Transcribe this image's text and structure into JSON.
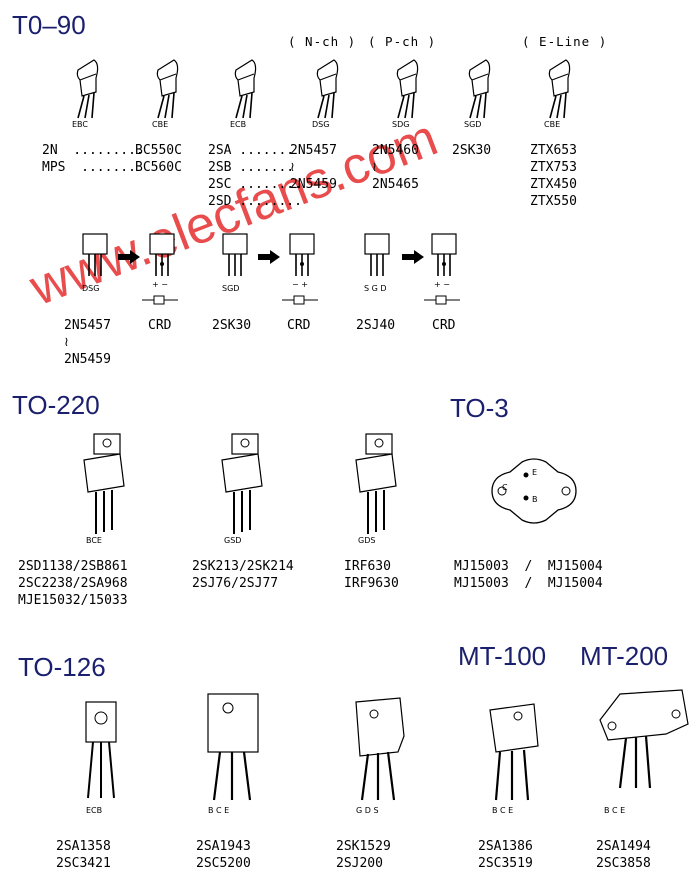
{
  "sections": {
    "to90": "T0–90",
    "to220": "TO-220",
    "to3": "TO-3",
    "to126": "TO-126",
    "mt100": "MT-100",
    "mt200": "MT-200"
  },
  "variants": {
    "nch": "( N-ch )",
    "pch": "( P-ch )",
    "eline": "( E-Line )"
  },
  "to90": {
    "pins": [
      "EBC",
      "CBE",
      "ECB",
      "DSG",
      "SDG",
      "SGD",
      "CBE"
    ],
    "groups": [
      [
        "2N  .........",
        "MPS  ......."
      ],
      [
        "BC550C",
        "BC560C"
      ],
      [
        "2SA .......",
        "2SB .......",
        "2SC ........",
        "2SD ........"
      ],
      [
        "2N5457",
        "≀",
        "2N5459"
      ],
      [
        "2N5460",
        "≀",
        "2N5465"
      ],
      [
        "2SK30"
      ],
      [
        "ZTX653",
        "ZTX753",
        "ZTX450",
        "ZTX550"
      ]
    ]
  },
  "crd": {
    "pins": [
      "DSG",
      "SGD",
      "S G D"
    ],
    "signs": [
      "+ −",
      "− +",
      "+ −"
    ],
    "labels": [
      "2N5457\n≀\n2N5459",
      "CRD",
      "2SK30",
      "CRD",
      "2SJ40",
      "CRD"
    ]
  },
  "to220": {
    "pins": [
      "BCE",
      "GSD",
      "GDS"
    ],
    "labels": [
      "2SD1138/2SB861\n2SC2238/2SA968\nMJE15032/15033",
      "2SK213/2SK214\n2SJ76/2SJ77",
      "IRF630\nIRF9630"
    ]
  },
  "to3": {
    "pins": [
      "E",
      "C",
      "B"
    ],
    "labels": [
      "MJ15003  /  MJ15004\nMJ15003  /  MJ15004"
    ]
  },
  "bottom": {
    "pins": [
      "ECB",
      "B C E",
      "G D S",
      "B C E",
      "B C E"
    ],
    "labels": [
      "2SA1358\n2SC3421",
      "2SA1943\n2SC5200",
      "2SK1529\n2SJ200",
      "2SA1386\n2SC3519",
      "2SA1494\n2SC3858"
    ]
  },
  "watermark": "www.elecfans.com"
}
